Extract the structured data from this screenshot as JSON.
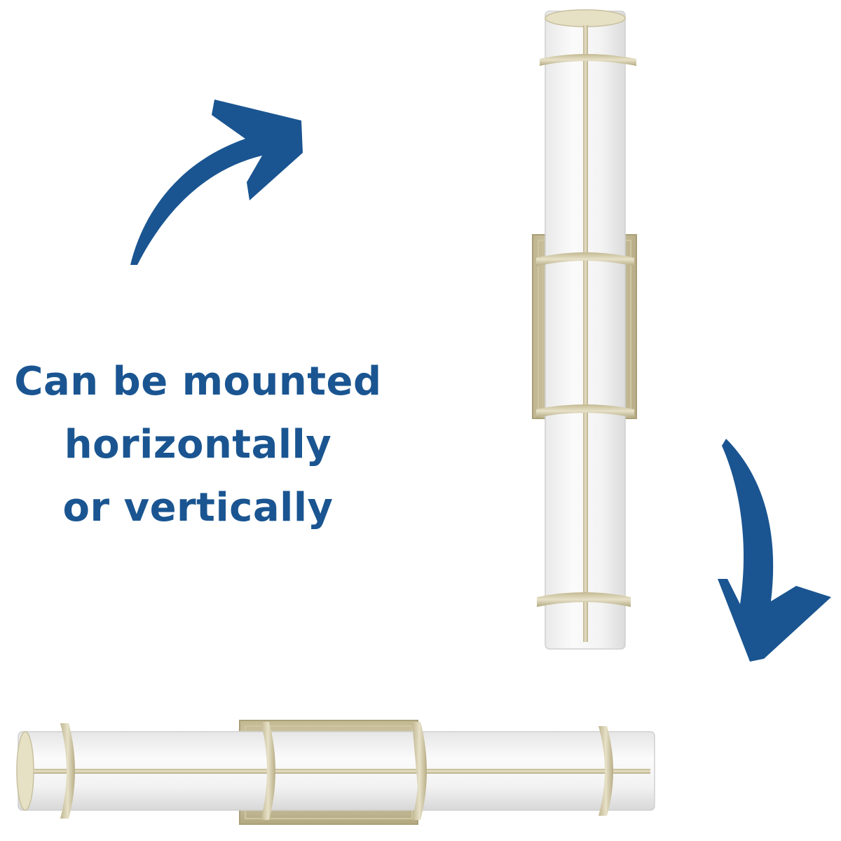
{
  "caption": {
    "lines": [
      "Can be mounted",
      "horizontally",
      "or vertically"
    ]
  },
  "colors": {
    "text": "#1a5591",
    "arrow": "#1a5591",
    "brass": "#d6ceb0",
    "glass": "#f4f4f4"
  },
  "icons": {
    "arrow_top": "curved-arrow-up-right-icon",
    "arrow_bottom": "curved-arrow-down-icon"
  }
}
